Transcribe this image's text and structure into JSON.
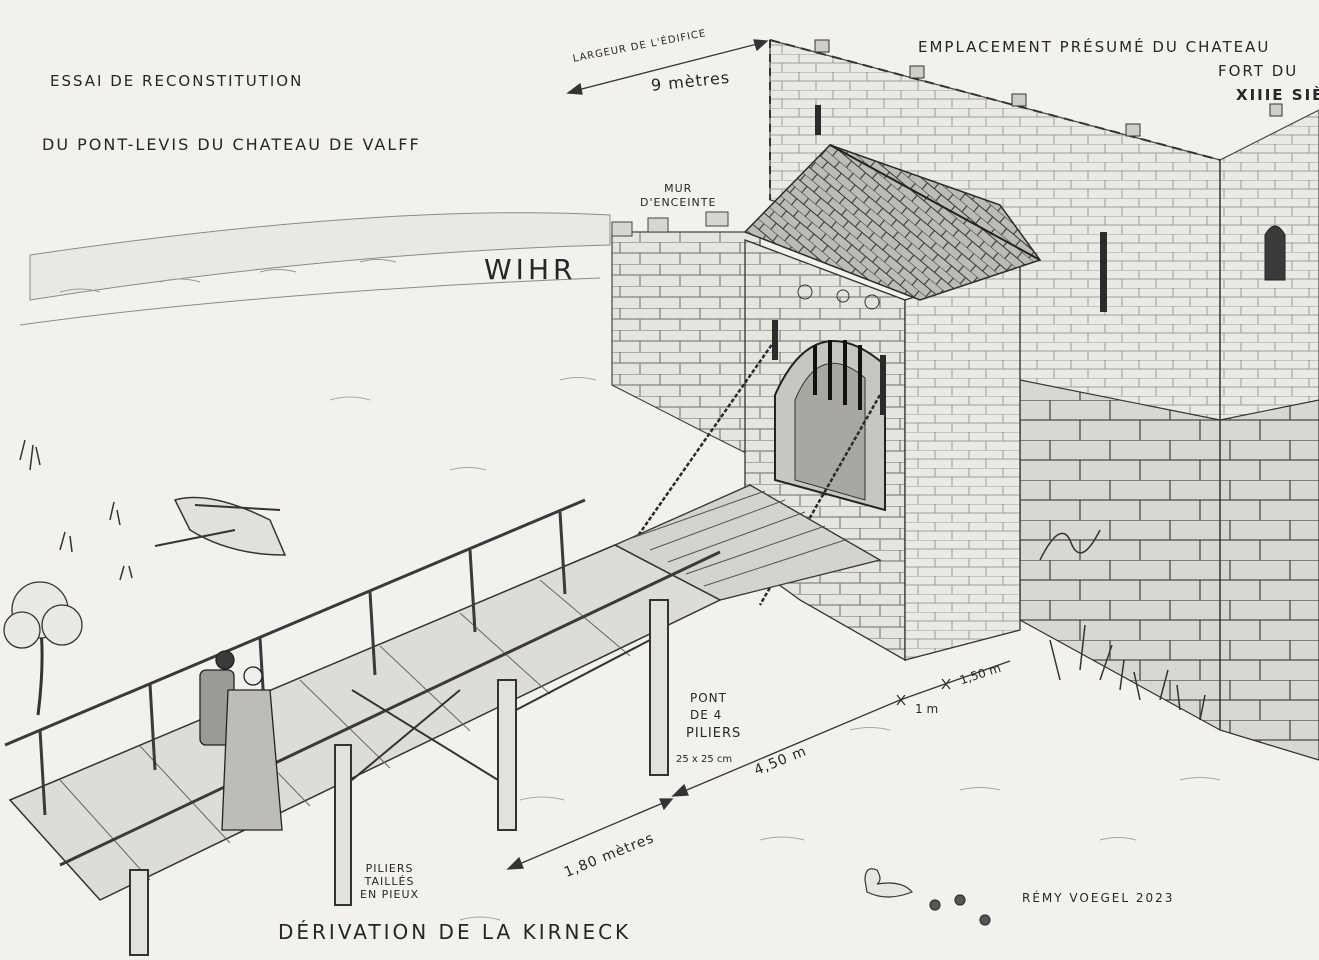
{
  "labels": {
    "title_line1": "Essai de Reconstitution",
    "title_line2": "du Pont-levis du Chateau de Valff",
    "river": "WIHR",
    "mur_line1": "MUR",
    "mur_line2": "D'ENCEINTE",
    "emplacement": "EMPLACEMENT PRÉSUMÉ DU CHATEAU",
    "fort_du": "FORT DU",
    "siecle": "XIIIe siècle",
    "largeur": "LARGEUR DE L'ÉDIFICE",
    "largeur_value": "9 mètres",
    "pont_line1": "PONT",
    "pont_line2": "DE 4",
    "piliers": "PILIERS",
    "piliers_dim": "25 x 25 cm",
    "dist_450": "4,50 m",
    "dist_180": "1,80 mètres",
    "dist_1": "1 m",
    "dist_150": "1,50 m",
    "piliers_tailles_line1": "PILIERS",
    "piliers_tailles_line2": "TAILLÉS",
    "piliers_tailles_line3": "EN PIEUX",
    "derivation": "DÉRIVATION DE LA KIRNECK",
    "author": "RÉMY VOEGEL 2023"
  }
}
